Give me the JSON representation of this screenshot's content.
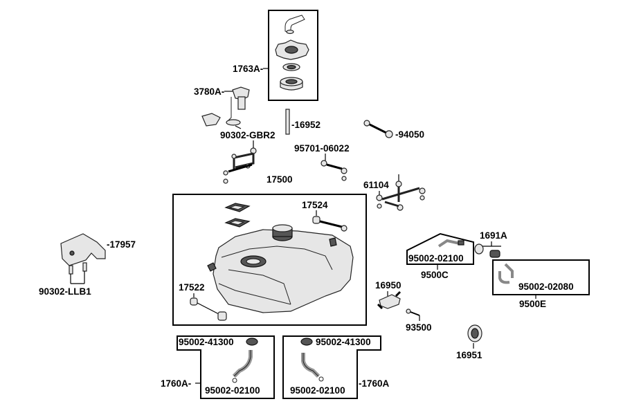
{
  "labels": {
    "fuel_cap_assy": "1763A-",
    "fuel_pump": "3780A-",
    "stud": "-16952",
    "oring_pump": "90302-GBR2",
    "hose_clamp_top": "95701-06022",
    "bracket_right": "-94050",
    "fuel_tank": "17500",
    "bracket_group": "61104",
    "grommet_top": "17524",
    "tank_bracket": "-17957",
    "bolt_bracket": "90302-LLB1",
    "grommet_bottom": "17522",
    "valve_1691a": "1691A",
    "clamp_9500c": "95002-02100",
    "tube_9500c": "9500C",
    "clamp_9500e": "95002-02080",
    "tube_9500e": "9500E",
    "fitting_16950": "16950",
    "screw_93500": "93500",
    "sensor_16951": "16951",
    "cap_left": "95002-41300",
    "cap_right": "95002-41300",
    "tube_1760a_left": "1760A-",
    "tube_1760a_right": "-1760A",
    "clamp_left": "95002-02100",
    "clamp_right": "95002-02100"
  }
}
